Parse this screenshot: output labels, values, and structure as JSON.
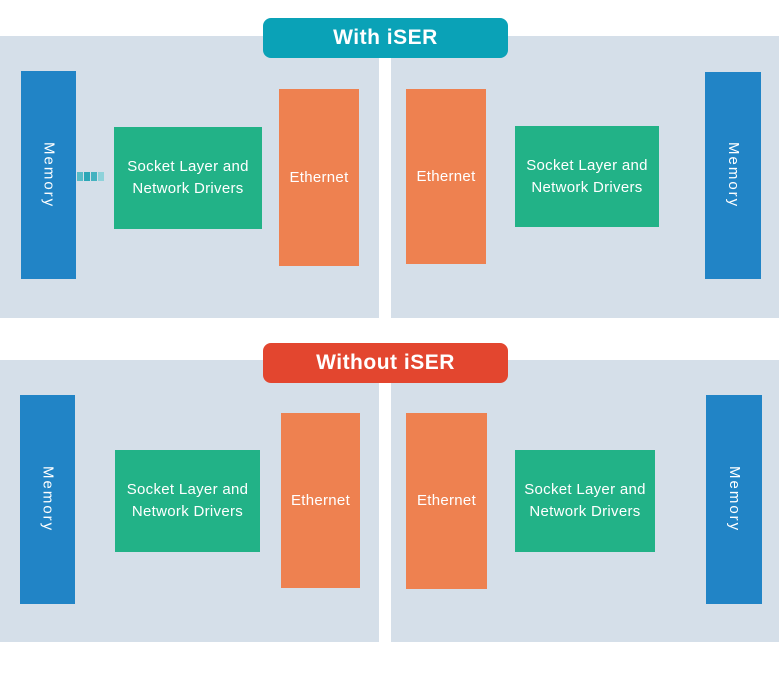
{
  "sections": [
    {
      "badge": "With iSER",
      "left_panel": {
        "memory": "Memory",
        "socket": "Socket Layer and Network Drivers",
        "ethernet": "Ethernet"
      },
      "right_panel": {
        "ethernet": "Ethernet",
        "socket": "Socket Layer and Network Drivers",
        "memory": "Memory"
      }
    },
    {
      "badge": "Without iSER",
      "left_panel": {
        "memory": "Memory",
        "socket": "Socket Layer and Network Drivers",
        "ethernet": "Ethernet"
      },
      "right_panel": {
        "ethernet": "Ethernet",
        "socket": "Socket Layer and Network Drivers",
        "memory": "Memory"
      }
    }
  ],
  "colors": {
    "panel_background": "#d5dfe9",
    "memory_blue": "#2184c6",
    "socket_green": "#22b287",
    "ethernet_orange": "#ee8150",
    "with_iser_teal": "#0aa2b7",
    "without_iser_red": "#e3462f",
    "connector_teal": "#2ca7b7",
    "label_text": "#ffffff"
  }
}
